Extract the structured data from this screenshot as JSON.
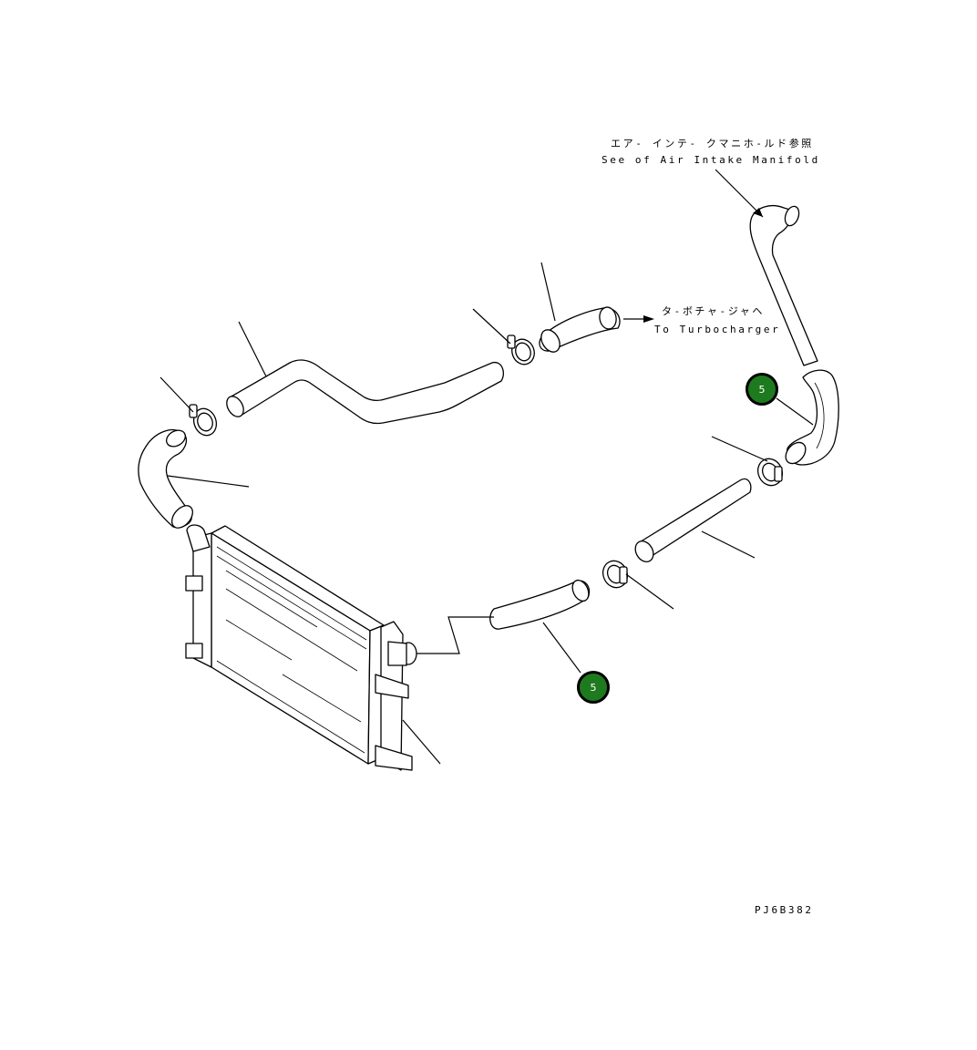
{
  "labels": {
    "air_intake_jp": "エア- インテ- クマニホ-ルド参照",
    "air_intake_en": "See of Air Intake Manifold",
    "turbo_jp": "タ-ボチャ-ジャヘ",
    "turbo_en": "To Turbocharger",
    "drawing_code": "PJ6B382"
  },
  "callouts": [
    {
      "id": "callout-upper",
      "number": "5"
    },
    {
      "id": "callout-lower",
      "number": "5"
    }
  ],
  "colors": {
    "callout_fill": "#1e7a1e",
    "line": "#000000",
    "background": "#ffffff"
  }
}
